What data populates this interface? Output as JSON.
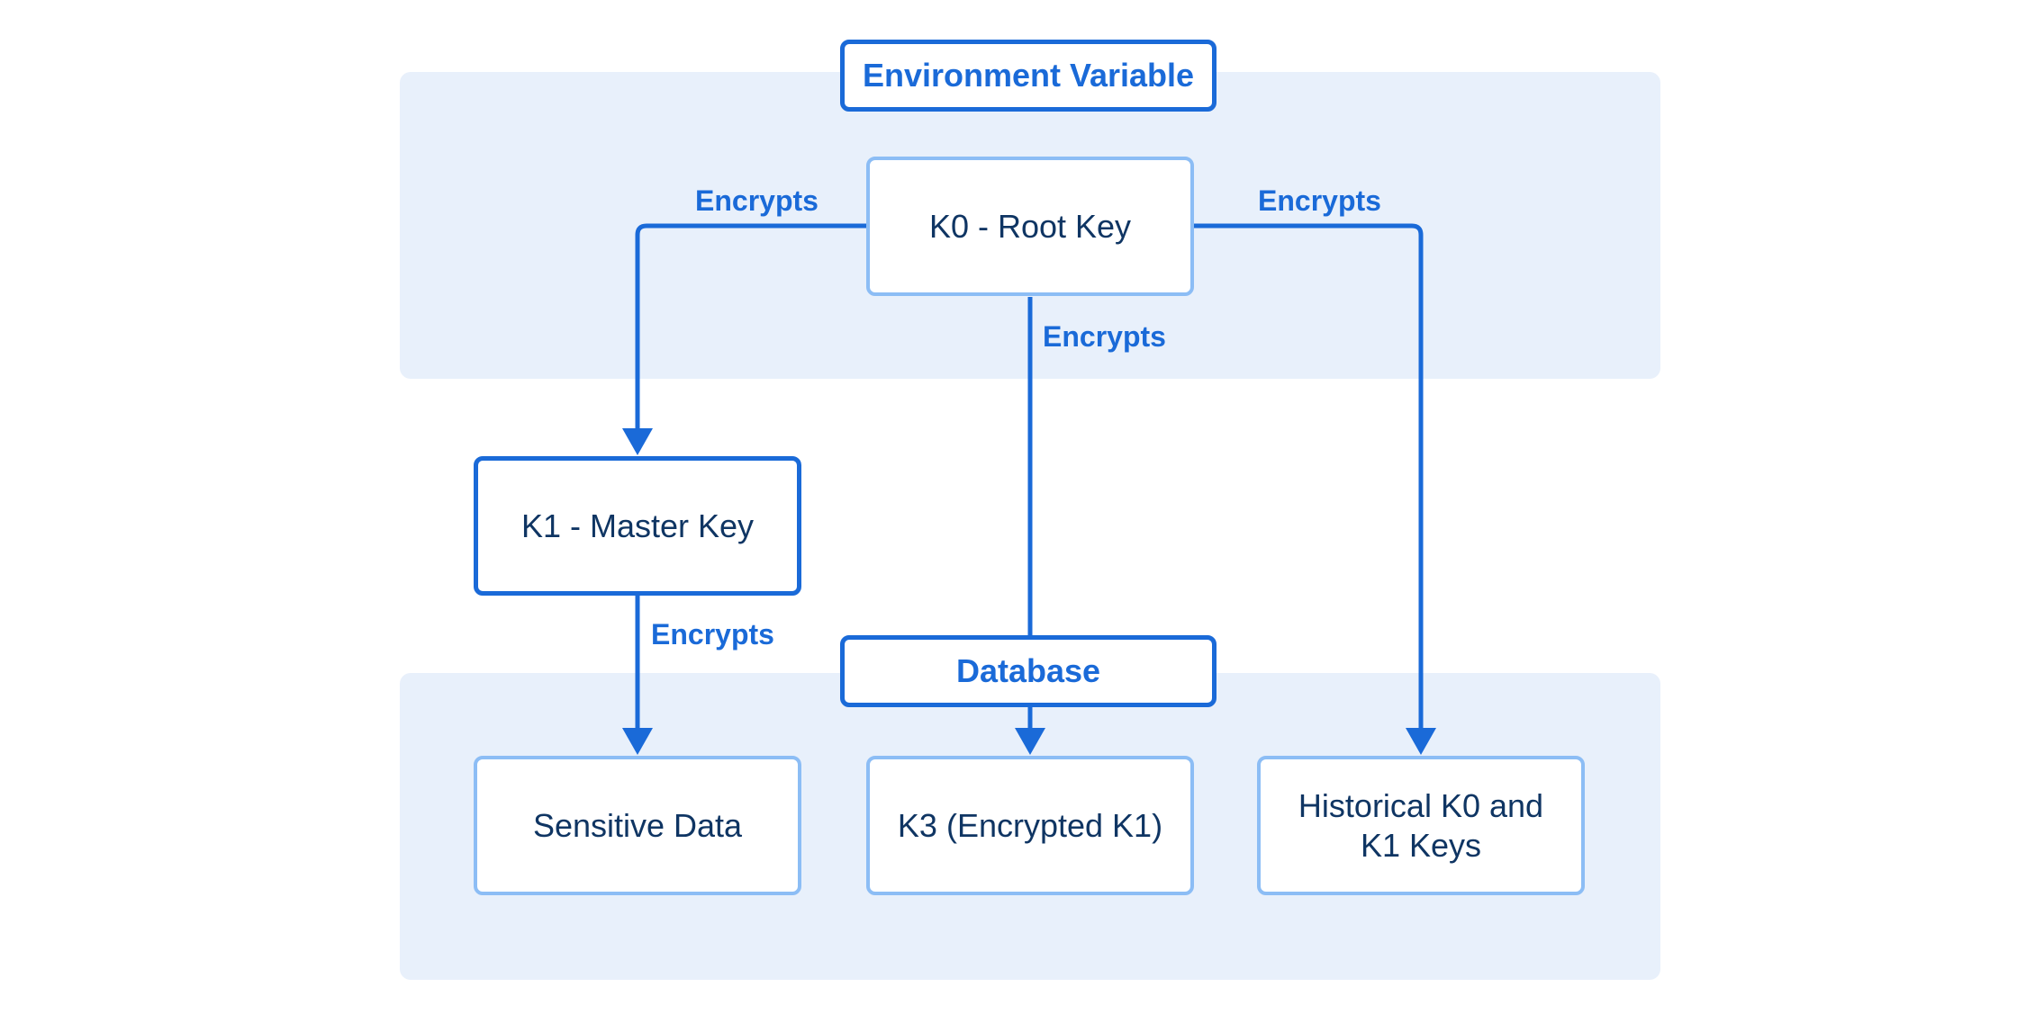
{
  "groups": {
    "environment": {
      "label": "Environment Variable"
    },
    "database": {
      "label": "Database"
    }
  },
  "nodes": {
    "k0": {
      "label": "K0 - Root Key"
    },
    "k1": {
      "label": "K1 - Master Key"
    },
    "sensitive": {
      "label": "Sensitive Data"
    },
    "k3": {
      "label": "K3 (Encrypted K1)"
    },
    "historical": {
      "label": "Historical K0 and K1 Keys"
    }
  },
  "edges": [
    {
      "from": "K0 - Root Key",
      "to": "K1 - Master Key",
      "label": "Encrypts"
    },
    {
      "from": "K0 - Root Key",
      "to": "K3 (Encrypted K1)",
      "label": "Encrypts"
    },
    {
      "from": "K0 - Root Key",
      "to": "Historical K0 and K1 Keys",
      "label": "Encrypts"
    },
    {
      "from": "K1 - Master Key",
      "to": "Sensitive Data",
      "label": "Encrypts"
    }
  ],
  "colors": {
    "accent": "#1a6ad8",
    "light_border": "#8cbdf5",
    "region_fill": "#e8f0fb",
    "node_text": "#0f3563"
  }
}
